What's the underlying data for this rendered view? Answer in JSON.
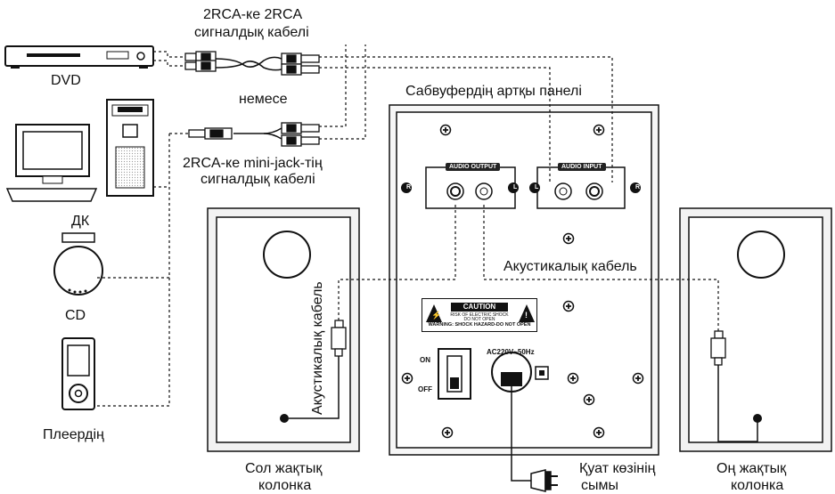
{
  "labels": {
    "cable_2rca_line1": "2RCA-ке 2RCA",
    "cable_2rca_line2": "сигналдық кабелі",
    "dvd": "DVD",
    "or": "немесе",
    "subwoofer_rear_panel": "Сабвуфердің артқы панелі",
    "cable_minijack_line1": "2RCA-ке mini-jack-тің",
    "cable_minijack_line2": "сигналдық кабелі",
    "pc": "ДК",
    "speaker_cable_right": "Акустикалық кабель",
    "speaker_cable_left": "Акустикалық кабель",
    "cd": "CD",
    "player": "Плеердің",
    "left_speaker_line1": "Сол жақтық",
    "left_speaker_line2": "колонка",
    "power_cord_line1": "Қуат көзінің",
    "power_cord_line2": "сымы",
    "right_speaker_line1": "Оң жақтық",
    "right_speaker_line2": "колонка"
  },
  "panel": {
    "audio_output": "AUDIO OUTPUT",
    "audio_input": "AUDIO INPUT",
    "r": "R",
    "l": "L",
    "on": "ON",
    "off": "OFF",
    "ac_rating": "AC220V~50Hz",
    "caution_title": "CAUTION",
    "caution_sub1": "RISK OF ELECTRIC SHOCK",
    "caution_sub2": "DO NOT OPEN",
    "caution_warning": "WARNING: SHOCK HAZARD-DO NOT OPEN",
    "exclaim": "!",
    "bolt": "⚡"
  },
  "colors": {
    "line": "#111111",
    "speaker_fill": "#f2f2f2",
    "panel_fill": "#f6f6f6"
  }
}
